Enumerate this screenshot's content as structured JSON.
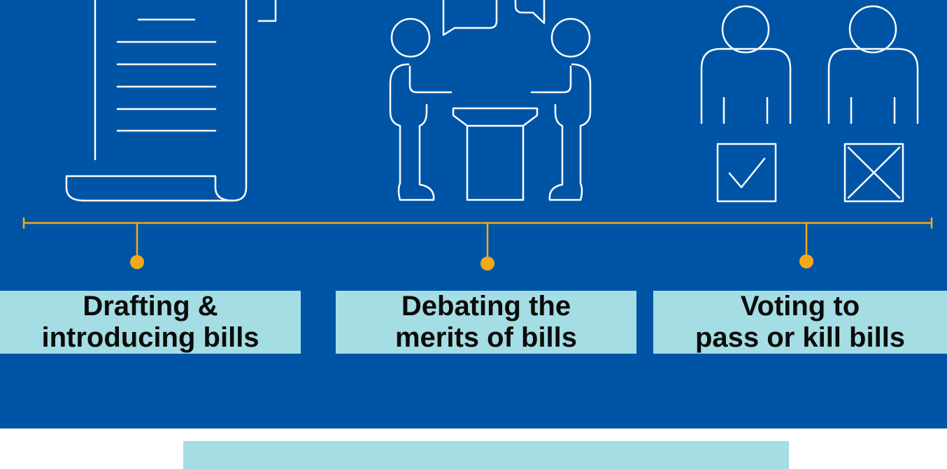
{
  "colors": {
    "background": "#0054a6",
    "line": "#ffffff",
    "timeline": "#f5a91a",
    "highlight": "#a4dde3",
    "text": "#0b0b0b"
  },
  "icons": [
    "document-scroll-icon",
    "debate-podium-icon",
    "voting-figures-icon"
  ],
  "steps": [
    {
      "line1": "Drafting &",
      "line2": "introducing bills"
    },
    {
      "line1": "Debating the",
      "line2": "merits of bills"
    },
    {
      "line1": "Voting to",
      "line2": "pass or kill bills"
    }
  ]
}
